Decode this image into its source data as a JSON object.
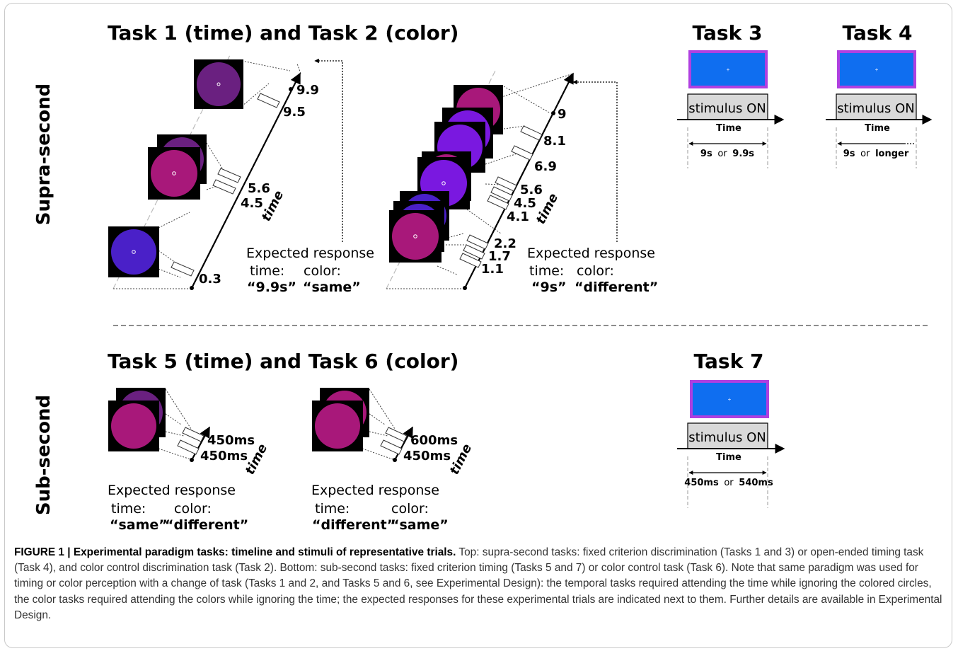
{
  "figure": {
    "row_labels": {
      "top": "Supra-second",
      "bottom": "Sub-second"
    },
    "task12": {
      "title": "Task 1 (time) and Task 2 (color)",
      "panel_a": {
        "times": [
          "9.9",
          "9.5",
          "5.6",
          "4.5",
          "0.3"
        ],
        "axis_label": "time",
        "response_title": "Expected response",
        "time_label": "time:",
        "color_label": "color:",
        "time_value": "“9.9s”",
        "color_value": "“same”"
      },
      "panel_b": {
        "times": [
          "9",
          "8.1",
          "6.9",
          "5.6",
          "4.5",
          "4.1",
          "2.2",
          "1.7",
          "1.1"
        ],
        "axis_label": "time",
        "response_title": "Expected response",
        "time_label": "time:",
        "color_label": "color:",
        "time_value": "“9s”",
        "color_value": "“different”"
      }
    },
    "task3": {
      "title": "Task 3",
      "stimulus": "stimulus ON",
      "axis": "Time",
      "dur_a": "9s",
      "dur_or": "or",
      "dur_b": "9.9s"
    },
    "task4": {
      "title": "Task 4",
      "stimulus": "stimulus ON",
      "axis": "Time",
      "dur_a": "9s",
      "dur_or": "or",
      "dur_b": "longer"
    },
    "task56": {
      "title": "Task 5 (time) and Task 6 (color)",
      "panel_a": {
        "times": [
          "450ms",
          "450ms"
        ],
        "axis_label": "time",
        "response_title": "Expected response",
        "time_label": "time:",
        "color_label": "color:",
        "time_value": "“same”",
        "color_value": "“different”"
      },
      "panel_b": {
        "times": [
          "600ms",
          "450ms"
        ],
        "axis_label": "time",
        "response_title": "Expected response",
        "time_label": "time:",
        "color_label": "color:",
        "time_value": "“different”",
        "color_value": "“same”"
      }
    },
    "task7": {
      "title": "Task 7",
      "stimulus": "stimulus ON",
      "axis": "Time",
      "dur_a": "450ms",
      "dur_or": "or",
      "dur_b": "540ms"
    },
    "colors": {
      "screen_blue": "#0f6ef0",
      "screen_border": "#b040e0",
      "circle_purple": "#6a2080",
      "circle_magenta": "#a8187a",
      "circle_violet": "#7a18e0",
      "circle_blue": "#4a20c8",
      "box_fill": "#d9d9d9",
      "separator": "#8c8c8c"
    }
  },
  "caption": {
    "label": "FIGURE 1 | Experimental paradigm tasks: timeline and stimuli of representative trials.",
    "text": " Top: supra-second tasks: fixed criterion discrimination (Tasks 1 and 3) or open-ended timing task (Task 4), and color control discrimination task (Task 2). Bottom: sub-second tasks: fixed criterion timing (Tasks 5 and 7) or color control task (Task 6). Note that same paradigm was used for timing or color perception with a change of task (Tasks 1 and 2, and Tasks 5 and 6, see Experimental Design): the temporal tasks required attending the time while ignoring the colored circles, the color tasks required attending the colors while ignoring the time; the expected responses for these experimental trials are indicated next to them. Further details are available in Experimental Design."
  }
}
